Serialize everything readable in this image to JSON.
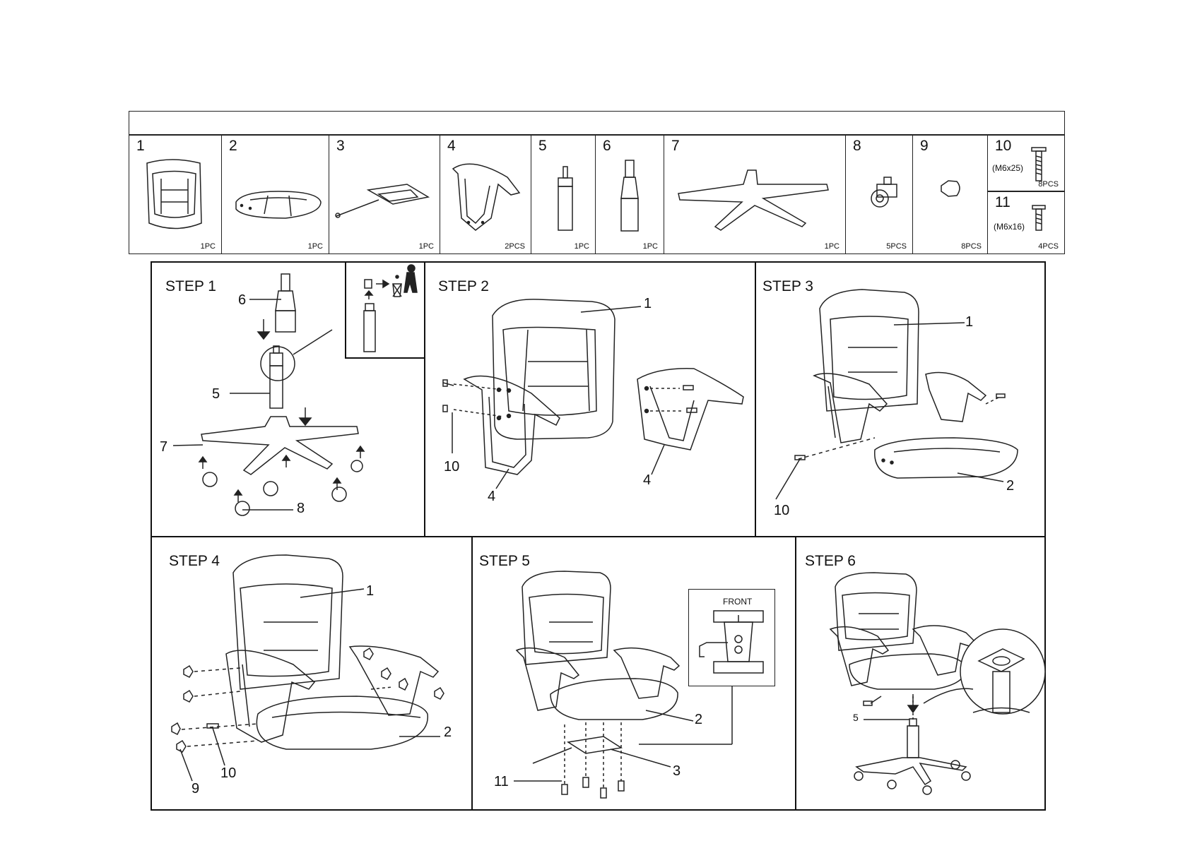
{
  "parts": [
    {
      "num": "1",
      "qty": "1PC"
    },
    {
      "num": "2",
      "qty": "1PC"
    },
    {
      "num": "3",
      "qty": "1PC"
    },
    {
      "num": "4",
      "qty": "2PCS"
    },
    {
      "num": "5",
      "qty": "1PC"
    },
    {
      "num": "6",
      "qty": "1PC"
    },
    {
      "num": "7",
      "qty": "1PC"
    },
    {
      "num": "8",
      "qty": "5PCS"
    },
    {
      "num": "9",
      "qty": "8PCS"
    },
    {
      "num": "10",
      "spec": "(M6x25)",
      "qty": "8PCS"
    },
    {
      "num": "11",
      "spec": "(M6x16)",
      "qty": "4PCS"
    }
  ],
  "steps": {
    "s1": {
      "title": "STEP 1",
      "callouts": [
        "6",
        "5",
        "7",
        "8"
      ]
    },
    "s2": {
      "title": "STEP 2",
      "callouts": [
        "1",
        "10",
        "4",
        "4"
      ]
    },
    "s3": {
      "title": "STEP 3",
      "callouts": [
        "1",
        "2",
        "10"
      ]
    },
    "s4": {
      "title": "STEP 4",
      "callouts": [
        "1",
        "2",
        "10",
        "9"
      ]
    },
    "s5": {
      "title": "STEP 5",
      "front_label": "FRONT",
      "callouts": [
        "2",
        "3",
        "11"
      ]
    },
    "s6": {
      "title": "STEP 6",
      "callouts": [
        "5"
      ]
    }
  }
}
